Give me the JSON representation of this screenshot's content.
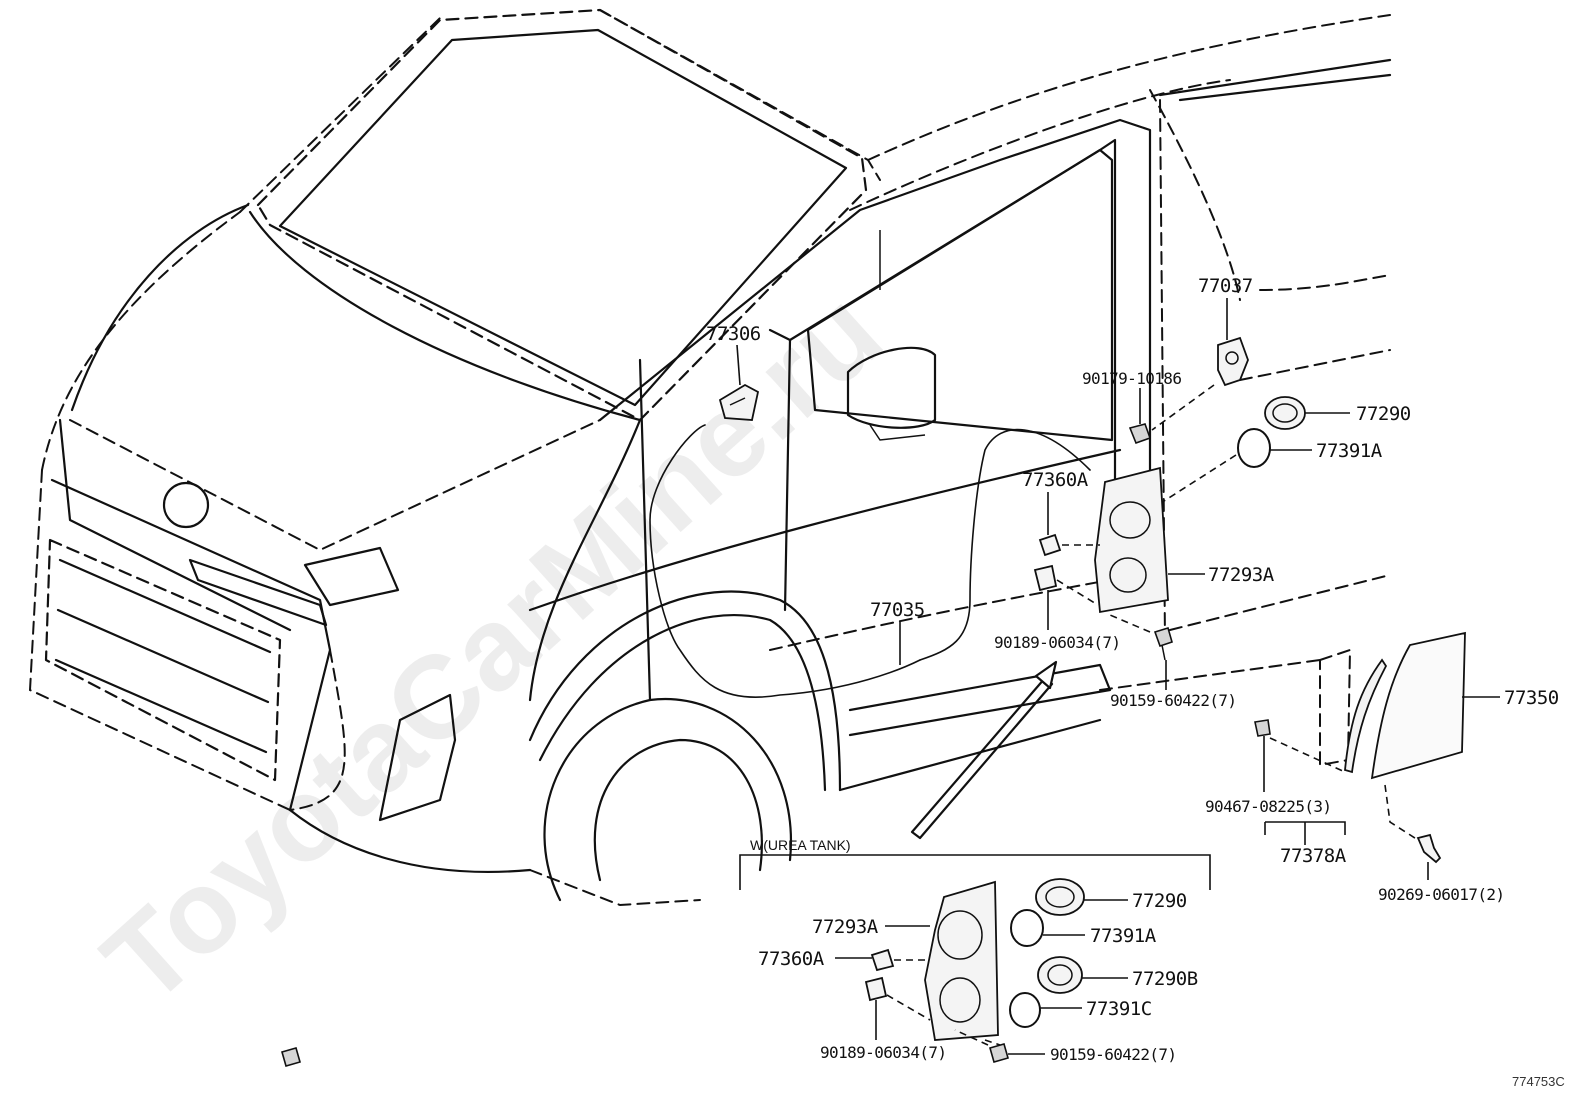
{
  "watermark": "ToyotaCarMine.ru",
  "figure_code": "774753C",
  "inset": {
    "title": "W(UREA TANK)"
  },
  "labels": {
    "p77306": "77306",
    "p77037": "77037",
    "p90179": "90179-10186",
    "p77290": "77290",
    "p77391a": "77391A",
    "p77360a": "77360A",
    "p77293a": "77293A",
    "p77035": "77035",
    "p90189": "90189-06034(7)",
    "p90159": "90159-60422(7)",
    "p77350": "77350",
    "p90467": "90467-08225(3)",
    "p77378a": "77378A",
    "p90269": "90269-06017(2)",
    "i77293a": "77293A",
    "i77360a": "77360A",
    "i77290": "77290",
    "i77391a": "77391A",
    "i77290b": "77290B",
    "i77391c": "77391C",
    "i90189": "90189-06034(7)",
    "i90159": "90159-60422(7)"
  }
}
